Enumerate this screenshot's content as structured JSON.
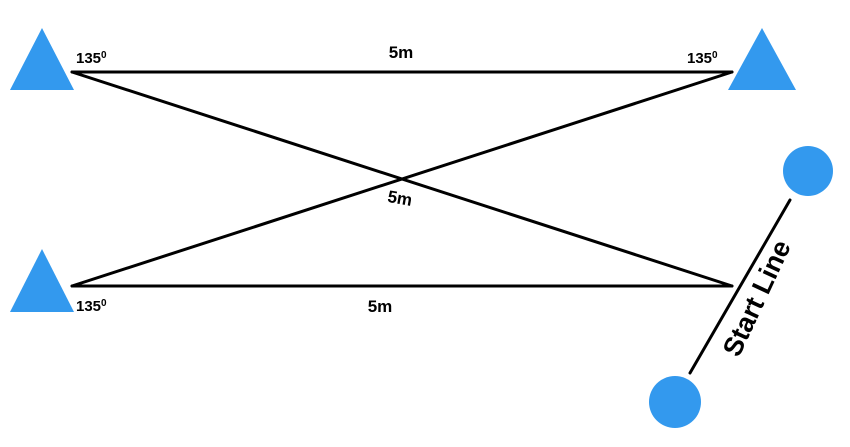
{
  "colors": {
    "marker": "#3399ee",
    "line": "#000000",
    "background": "#ffffff"
  },
  "markers": {
    "shape": "triangle-cone-icon",
    "finish_shape": "circle-marker-icon"
  },
  "angles": {
    "top_left": {
      "value": "135",
      "sup": "0"
    },
    "top_right": {
      "value": "135",
      "sup": "0"
    },
    "bottom_left": {
      "value": "135",
      "sup": "0"
    }
  },
  "distances": {
    "top": "5m",
    "diagonal": "5m",
    "bottom": "5m"
  },
  "start_line": {
    "label": "Start Line"
  }
}
